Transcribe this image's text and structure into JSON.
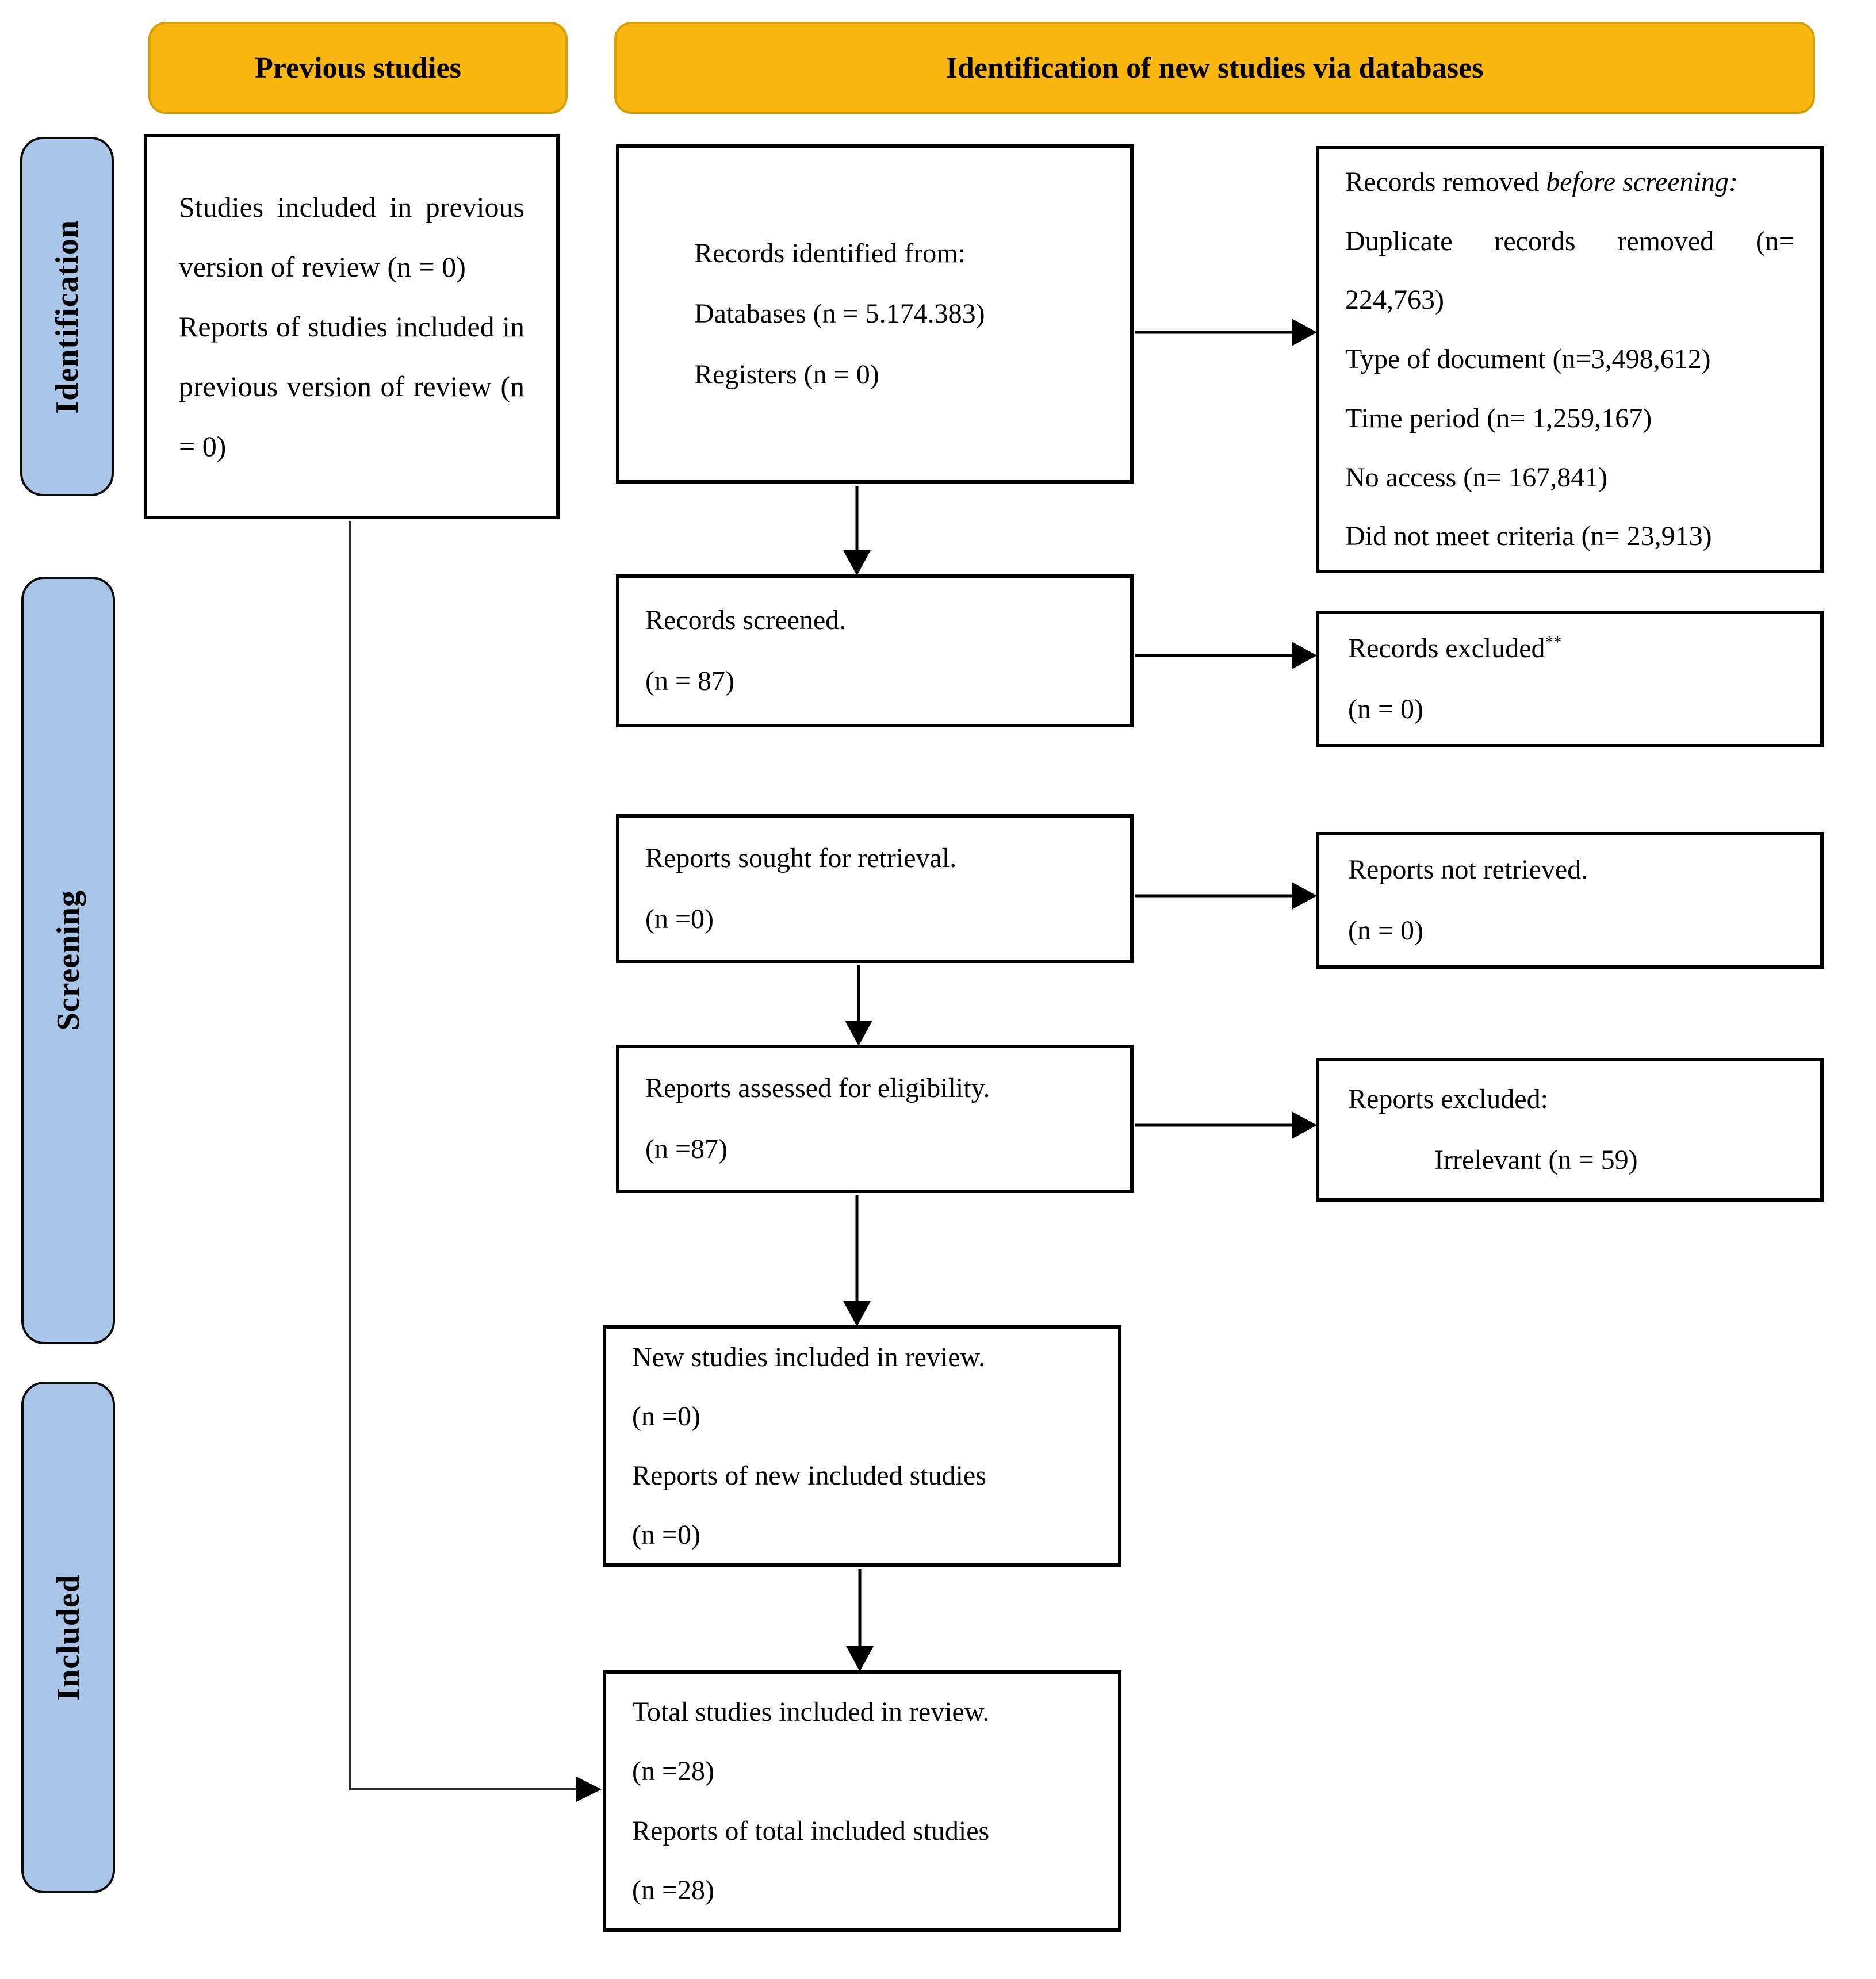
{
  "headers": {
    "previous_studies": "Previous studies",
    "identification_new": "Identification of new studies via databases"
  },
  "stages": [
    {
      "label": "Identification"
    },
    {
      "label": "Screening"
    },
    {
      "label": "Included"
    }
  ],
  "boxes": {
    "previous_box": {
      "lines": [
        "Studies included in previous version of review (n = 0)",
        "Reports of studies included in previous version of review (n = 0)"
      ]
    },
    "records_identified": {
      "lines": [
        "Records identified from:",
        "Databases (n = 5.174.383)",
        "Registers (n = 0)"
      ]
    },
    "records_removed": {
      "intro_regular": "Records removed ",
      "intro_italic": "before screening:",
      "lines": [
        "Duplicate records removed (n= 224,763)",
        "Type of document (n=3,498,612)",
        "Time period (n= 1,259,167)",
        "No access (n= 167,841)",
        "Did not meet criteria (n= 23,913)"
      ]
    },
    "records_screened": {
      "lines": [
        "Records screened.",
        "(n = 87)"
      ]
    },
    "records_excluded": {
      "label": "Records excluded",
      "sup": "**",
      "count": "(n = 0)"
    },
    "reports_sought": {
      "lines": [
        "Reports sought for retrieval.",
        "(n =0)"
      ]
    },
    "reports_not_retrieved": {
      "lines": [
        "Reports not retrieved.",
        "(n = 0)"
      ]
    },
    "reports_assessed": {
      "lines": [
        "Reports assessed for eligibility.",
        "(n =87)"
      ]
    },
    "reports_excluded": {
      "title": "Reports excluded:",
      "reason": "Irrelevant (n = 59)"
    },
    "new_studies": {
      "lines": [
        "New studies included in review.",
        "(n =0)",
        "Reports of new included studies",
        "(n =0)"
      ]
    },
    "total_studies": {
      "lines": [
        "Total studies included in review.",
        "(n =28)",
        "Reports of total included studies",
        "(n =28)"
      ]
    }
  },
  "colors": {
    "header_bg": "#F9B710",
    "header_border": "#D89E00",
    "stage_bg": "#A9C6E8",
    "box_border": "#000000",
    "arrow": "#000000"
  }
}
